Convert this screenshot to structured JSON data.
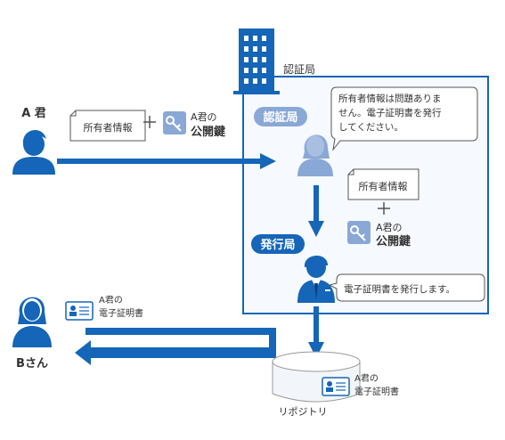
{
  "user_a": {
    "label": "A 君"
  },
  "user_b": {
    "label": "Bさん"
  },
  "ca_building": {
    "label": "認証局"
  },
  "ca_role": {
    "label": "認証局"
  },
  "issuer_role": {
    "label": "発行局"
  },
  "owner_info_1": {
    "label": "所有者情報"
  },
  "owner_info_2": {
    "label": "所有者情報"
  },
  "public_key_1": {
    "line1": "A君の",
    "line2": "公開鍵"
  },
  "public_key_2": {
    "line1": "A君の",
    "line2": "公開鍵"
  },
  "bubble_ca": {
    "lines": [
      "所有者情報は問題ありま",
      "せん。電子証明書を発行",
      "してください。"
    ]
  },
  "bubble_issuer": {
    "text": "電子証明書を発行します。"
  },
  "cert_b": {
    "line1": "A君の",
    "line2": "電子証明書"
  },
  "cert_repo": {
    "line1": "A君の",
    "line2": "電子証明書"
  },
  "repository": {
    "label": "リポジトリ"
  },
  "colors": {
    "accent": "#1565b8",
    "light": "#8aa8d6",
    "person": "#1565b8"
  }
}
